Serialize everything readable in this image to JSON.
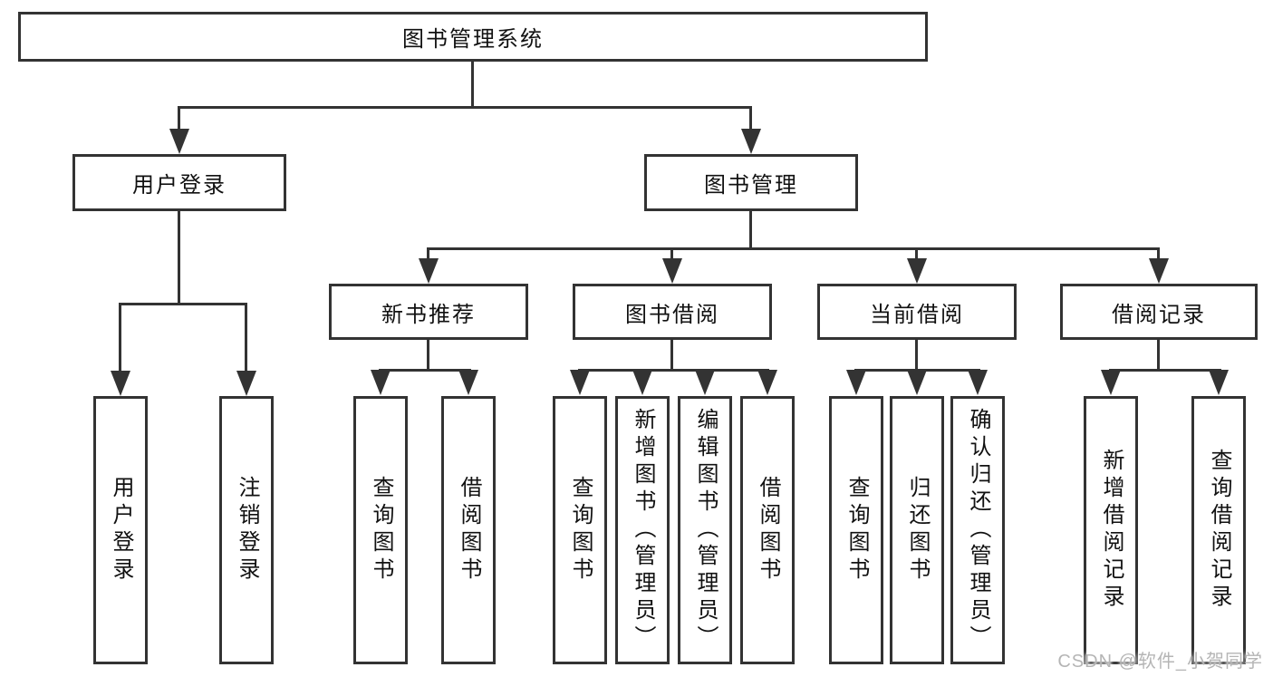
{
  "tree": {
    "root": {
      "label": "图书管理系统"
    },
    "branches": [
      {
        "label": "用户登录",
        "children": [
          {
            "label": "用户登录"
          },
          {
            "label": "注销登录"
          }
        ]
      },
      {
        "label": "图书管理",
        "children": [
          {
            "label": "新书推荐",
            "children": [
              {
                "label": "查询图书"
              },
              {
                "label": "借阅图书"
              }
            ]
          },
          {
            "label": "图书借阅",
            "children": [
              {
                "label": "查询图书"
              },
              {
                "label": "新增图书（管理员）"
              },
              {
                "label": "编辑图书（管理员）"
              },
              {
                "label": "借阅图书"
              }
            ]
          },
          {
            "label": "当前借阅",
            "children": [
              {
                "label": "查询图书"
              },
              {
                "label": "归还图书"
              },
              {
                "label": "确认归还（管理员）"
              }
            ]
          },
          {
            "label": "借阅记录",
            "children": [
              {
                "label": "新增借阅记录"
              },
              {
                "label": "查询借阅记录"
              }
            ]
          }
        ]
      }
    ]
  },
  "watermark": {
    "text": "CSDN @软件_小贺同学"
  },
  "colors": {
    "line": "#333333",
    "box_border": "#333333",
    "box_fill": "#ffffff",
    "text": "#111111",
    "watermark": "#b5b5b5",
    "background": "#ffffff"
  }
}
